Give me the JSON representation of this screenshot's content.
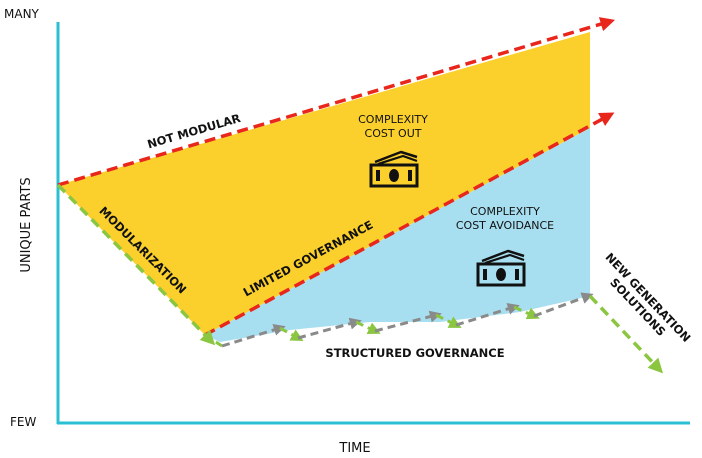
{
  "axes": {
    "y_top": "MANY",
    "y_bottom": "FEW",
    "y_title": "UNIQUE PARTS",
    "x_title": "TIME"
  },
  "regions": {
    "cost_out_line1": "COMPLEXITY",
    "cost_out_line2": "COST OUT",
    "avoidance_line1": "COMPLEXITY",
    "avoidance_line2": "COST AVOIDANCE"
  },
  "lines": {
    "not_modular": "NOT MODULAR",
    "modularization": "MODULARIZATION",
    "limited_governance": "LIMITED GOVERNANCE",
    "structured_governance": "STRUCTURED GOVERNANCE",
    "new_gen_line1": "NEW GENERATION",
    "new_gen_line2": "SOLUTIONS"
  },
  "colors": {
    "axis": "#2bbfd4",
    "cost_out_fill": "#fbd02c",
    "avoidance_fill": "#a8dff0",
    "not_modular_line": "#e8261c",
    "limited_governance_line": "#e8261c",
    "modularization_line": "#8ac640",
    "structured_gray": "#8a8a8a",
    "structured_green": "#8ac640",
    "new_gen_line": "#8ac640",
    "icon": "#111111"
  },
  "icons": {
    "cost_out": "cash-icon",
    "avoidance": "cash-icon"
  }
}
